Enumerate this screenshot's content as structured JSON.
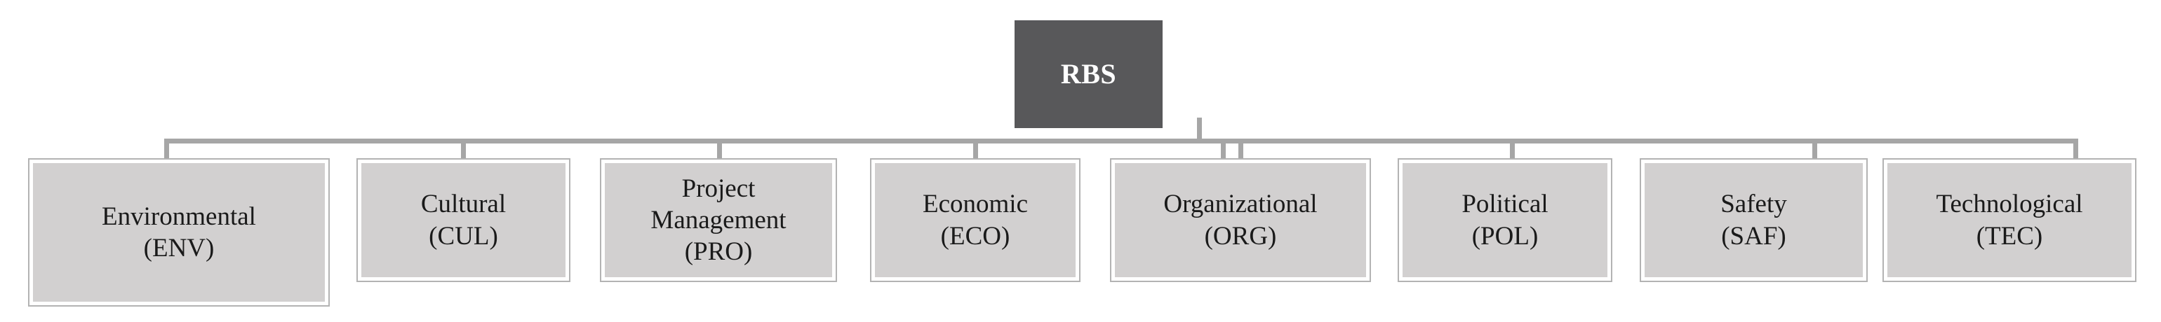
{
  "diagram": {
    "title": "RBS",
    "root": {
      "label": "RBS",
      "fill_color": "#58585a",
      "text_color": "#ffffff"
    },
    "connector_color": "#a6a6a6",
    "node_fill_color": "#d2d0d0",
    "node_border_color": "#b3b3b3",
    "children": [
      {
        "name": "Environmental",
        "code": "(ENV)",
        "abbr": "ENV"
      },
      {
        "name": "Cultural",
        "code": "(CUL)",
        "abbr": "CUL"
      },
      {
        "name": "Project",
        "name2": "Management",
        "code": "(PRO)",
        "abbr": "PRO"
      },
      {
        "name": "Economic",
        "code": "(ECO)",
        "abbr": "ECO"
      },
      {
        "name": "Organizational",
        "code": "(ORG)",
        "abbr": "ORG"
      },
      {
        "name": "Political",
        "code": "(POL)",
        "abbr": "POL"
      },
      {
        "name": "Safety",
        "code": "(SAF)",
        "abbr": "SAF"
      },
      {
        "name": "Technological",
        "code": "(TEC)",
        "abbr": "TEC"
      }
    ]
  }
}
